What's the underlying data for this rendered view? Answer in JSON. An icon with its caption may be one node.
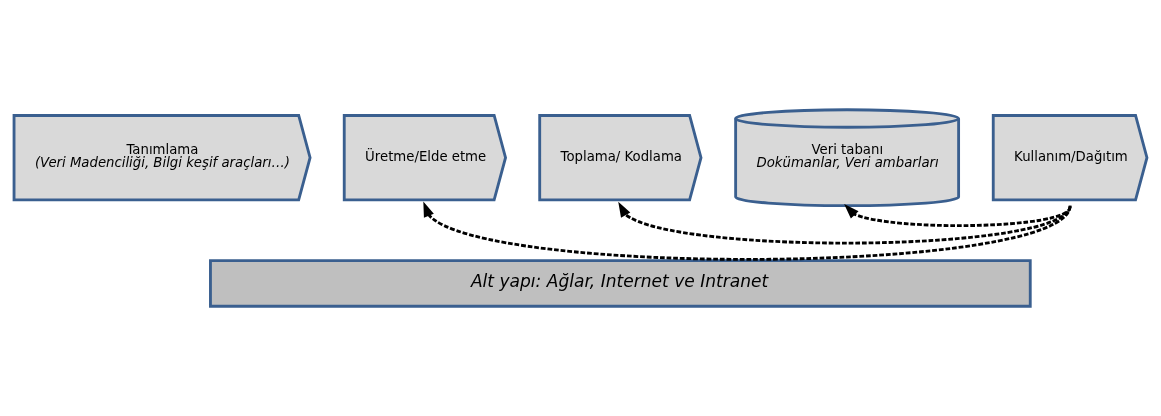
{
  "diagram": {
    "nodes": [
      {
        "text": [
          "Tanımlama",
          "(Veri Madenciliği, Bilgi keşif araçları…)"
        ]
      },
      {
        "text": [
          "Üretme/Elde etme"
        ]
      },
      {
        "text": [
          "Toplama/ Kodlama"
        ]
      },
      {
        "text": [
          "Veri tabanı",
          "Dokümanlar, Veri ambarları"
        ]
      },
      {
        "text": [
          "Kullanım/Dağıtım"
        ]
      },
      {
        "text": [
          "Alt yapı: Ağlar, Internet ve Intranet"
        ]
      }
    ],
    "edges": [
      {
        "from": 4,
        "to": 1,
        "arrow": "to",
        "style": "dashed"
      },
      {
        "from": 4,
        "to": 2,
        "arrow": "to",
        "style": "dashed"
      },
      {
        "from": 4,
        "to": 3,
        "arrow": "to",
        "style": "dashed"
      }
    ]
  }
}
